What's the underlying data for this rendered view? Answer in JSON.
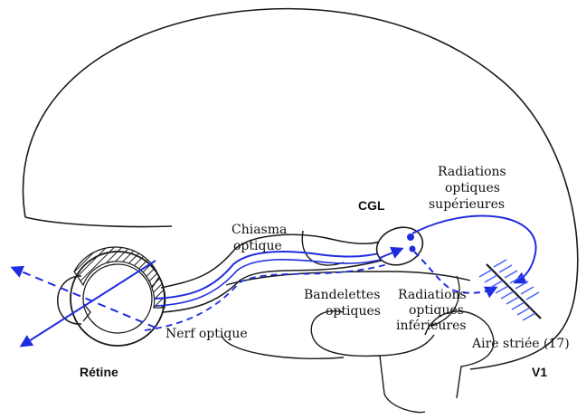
{
  "labels": {
    "retine": "Rétine",
    "nerf_optique": "Nerf optique",
    "chiasma_1": "Chiasma",
    "chiasma_2": "optique",
    "cgl": "CGL",
    "rad_sup_1": "Radiations",
    "rad_sup_2": "optiques",
    "rad_sup_3": "supérieures",
    "bandelettes_1": "Bandelettes",
    "bandelettes_2": "optiques",
    "rad_inf_1": "Radiations",
    "rad_inf_2": "optiques",
    "rad_inf_3": "inférieures",
    "aire_striee": "Aire striée (17)",
    "v1": "V1"
  },
  "colors": {
    "outline": "#1a1a1a",
    "pathway": "#1f2be0",
    "background": "#ffffff"
  }
}
